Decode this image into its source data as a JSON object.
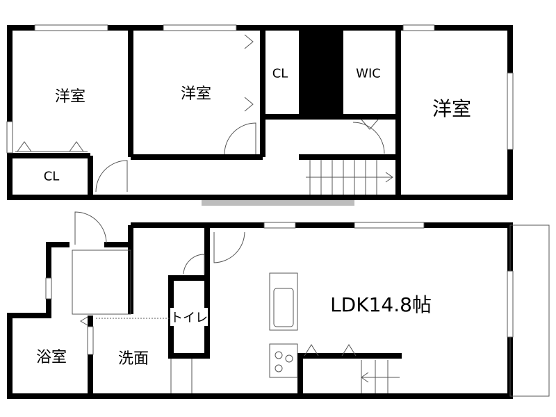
{
  "upper_floor": {
    "rooms": [
      {
        "label": "洋室"
      },
      {
        "label": "洋室"
      },
      {
        "label": "洋室"
      },
      {
        "label": "CL"
      },
      {
        "label": "CL"
      },
      {
        "label": "WIC"
      }
    ]
  },
  "lower_floor": {
    "rooms": [
      {
        "label": "LDK14.8帖"
      },
      {
        "label": "トイレ"
      },
      {
        "label": "浴室"
      },
      {
        "label": "洗面"
      }
    ]
  },
  "colors": {
    "wall": "#000000",
    "line": "#555555",
    "watermark": "#bdbdbd"
  }
}
